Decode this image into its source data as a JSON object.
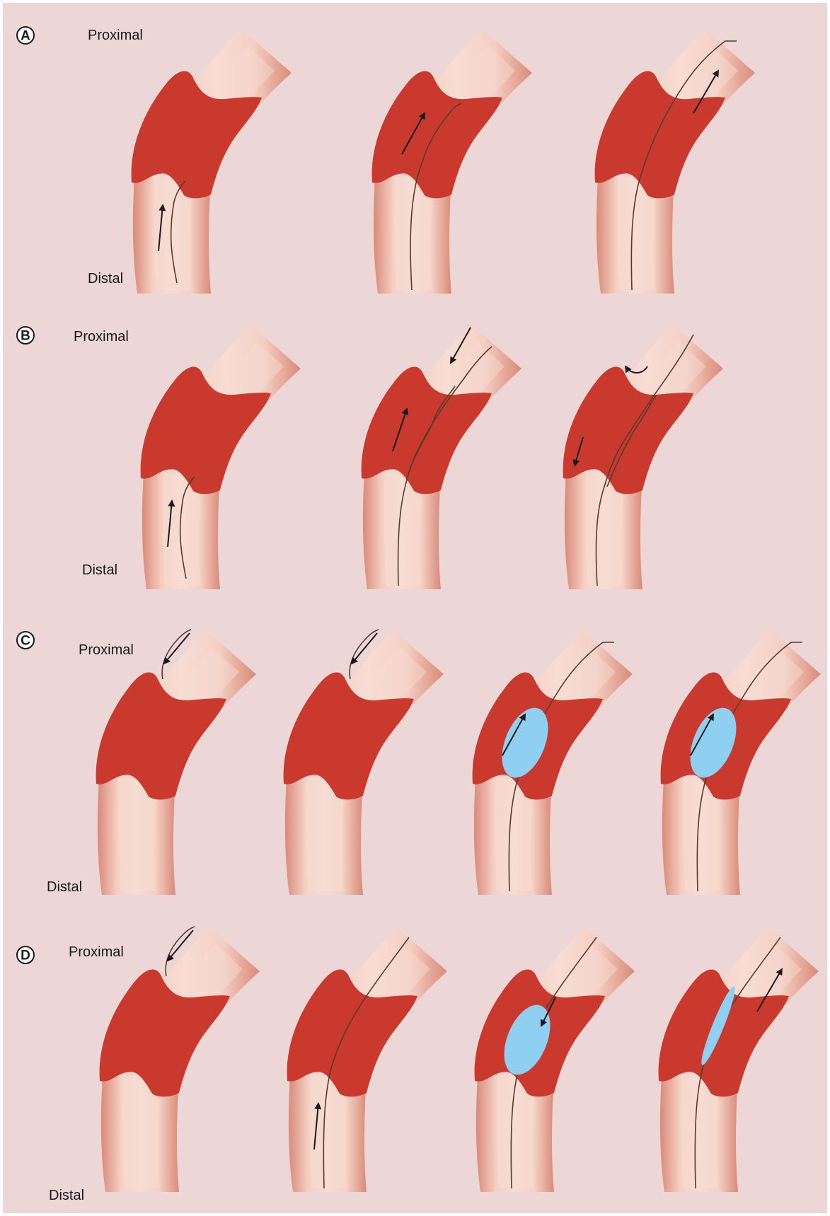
{
  "colors": {
    "background": "#ecd6d6",
    "vessel_wall": "#d98a78",
    "vessel_lumen": "#f6dcd2",
    "occlusion": "#c9392e",
    "balloon": "#8fd0f2",
    "wire": "#5a3a2a",
    "arrow": "#1a1a1a"
  },
  "panels": [
    {
      "label": "A",
      "proximal": "Proximal",
      "distal": "Distal",
      "steps": [
        {
          "wire": "distal-antegrade",
          "arrow": "up-distal",
          "balloon": "none"
        },
        {
          "wire": "through-lesion",
          "arrow": "up-lesion",
          "balloon": "none"
        },
        {
          "wire": "full-crossing",
          "arrow": "up-proximal",
          "balloon": "none"
        }
      ]
    },
    {
      "label": "B",
      "proximal": "Proximal",
      "distal": "Distal",
      "steps": [
        {
          "wire": "distal-antegrade",
          "arrow": "up-distal",
          "balloon": "none"
        },
        {
          "wire": "double-wire",
          "arrow": "bidirectional",
          "balloon": "none"
        },
        {
          "wire": "subintimal-split",
          "arrow": "curved-reentry",
          "balloon": "none"
        }
      ]
    },
    {
      "label": "C",
      "proximal": "Proximal",
      "distal": "Distal",
      "steps": [
        {
          "wire": "proximal-retrograde",
          "arrow": "down-proximal",
          "balloon": "none"
        },
        {
          "wire": "proximal-retrograde",
          "arrow": "down-proximal",
          "balloon": "none"
        },
        {
          "wire": "full-crossing",
          "arrow": "up-lesion",
          "balloon": "oval"
        },
        {
          "wire": "full-crossing",
          "arrow": "up-lesion",
          "balloon": "oval"
        }
      ]
    },
    {
      "label": "D",
      "proximal": "Proximal",
      "distal": "Distal",
      "steps": [
        {
          "wire": "proximal-retrograde",
          "arrow": "down-proximal",
          "balloon": "none"
        },
        {
          "wire": "parallel",
          "arrow": "up-distal",
          "balloon": "none"
        },
        {
          "wire": "parallel",
          "arrow": "down-lesion",
          "balloon": "oval"
        },
        {
          "wire": "parallel",
          "arrow": "up-proximal",
          "balloon": "thin"
        }
      ]
    }
  ]
}
